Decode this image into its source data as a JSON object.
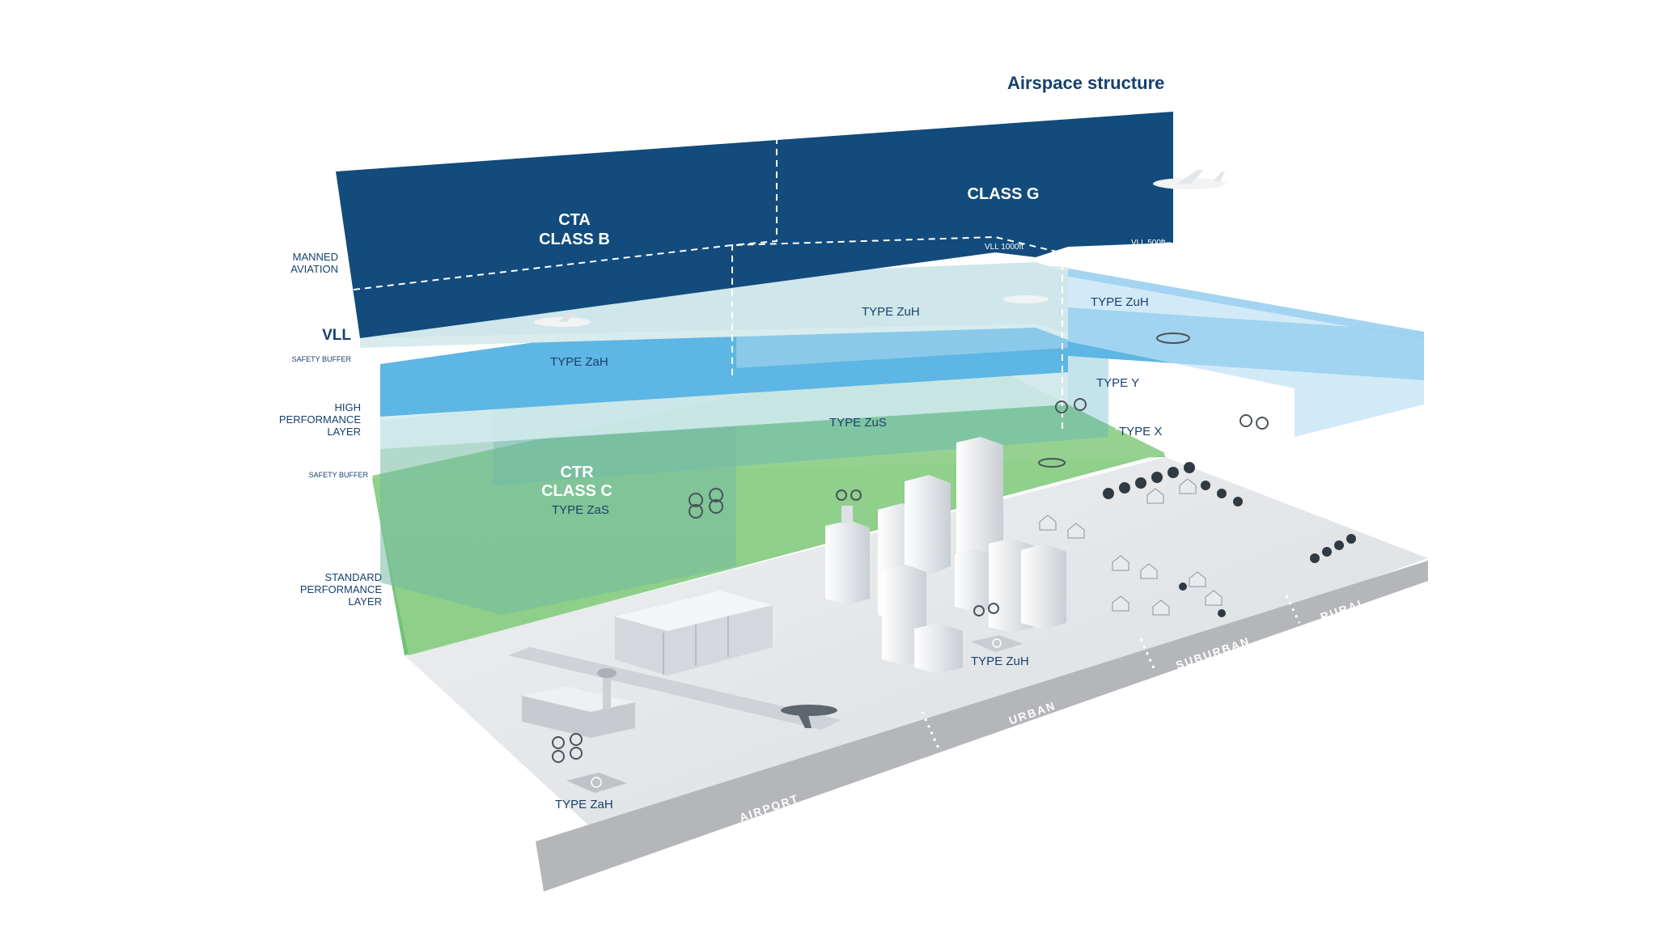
{
  "title": "Airspace structure",
  "layers": {
    "manned_aviation": [
      "MANNED",
      "AVIATION"
    ],
    "vll": "VLL",
    "safety_buffer_top": "SAFETY BUFFER",
    "high_performance": [
      "HIGH",
      "PERFORMANCE",
      "LAYER"
    ],
    "safety_buffer_bottom": "SAFETY BUFFER",
    "standard_performance": [
      "STANDARD",
      "PERFORMANCE",
      "LAYER"
    ]
  },
  "classes": {
    "cta": [
      "CTA",
      "CLASS B"
    ],
    "class_g": "CLASS G",
    "ctr": [
      "CTR",
      "CLASS C"
    ]
  },
  "vll_tags": {
    "vll_1000": "VLL 1000ft",
    "vll_500": "VLL 500ft"
  },
  "types": {
    "zah_upper": "TYPE ZaH",
    "zuh_upper_mid": "TYPE ZuH",
    "zuh_upper_right": "TYPE ZuH",
    "y": "TYPE Y",
    "x": "TYPE X",
    "zus": "TYPE ZuS",
    "zas": "TYPE ZaS",
    "zuh_ground": "TYPE ZuH",
    "zah_ground": "TYPE ZaH"
  },
  "areas": {
    "airport": "AIRPORT",
    "urban": "URBAN",
    "suburban": "SUBURBAN",
    "rural": "RURAL"
  },
  "colors": {
    "manned": "#124b7c",
    "vll_buffer": "#d8ecee",
    "high_perf": "#5fb6e2",
    "standard": "#7cc481",
    "ground": "#e4e6e9",
    "road": "#b7b9bc"
  }
}
